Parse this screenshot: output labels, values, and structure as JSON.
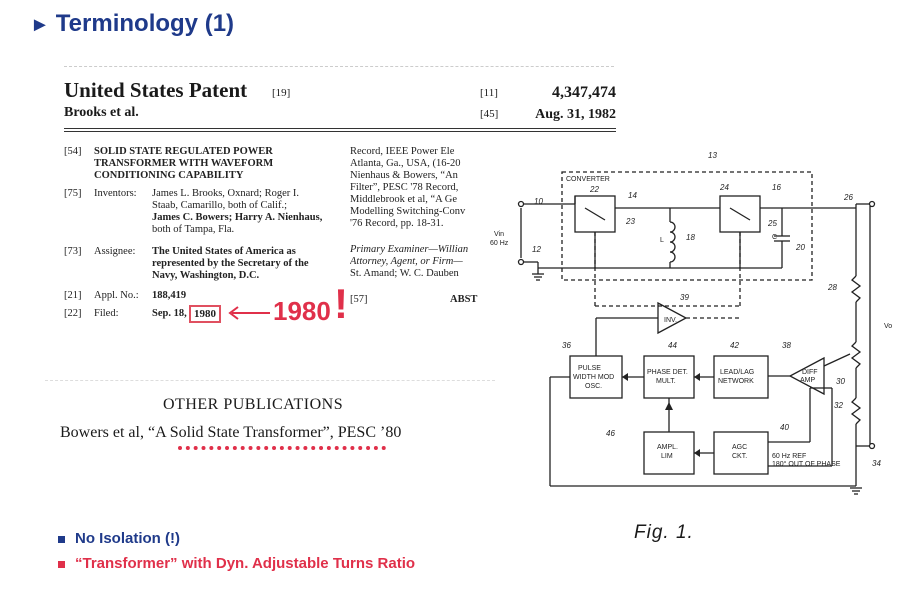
{
  "slide": {
    "title": "Terminology (1)"
  },
  "patent": {
    "title": "United States Patent",
    "title_ref": "[19]",
    "number_ref": "[11]",
    "number": "4,347,474",
    "authors": "Brooks et al.",
    "date_ref": "[45]",
    "date": "Aug. 31, 1982",
    "fields": [
      {
        "tag": "[54]",
        "label": "",
        "lines": [
          "SOLID STATE REGULATED POWER",
          "TRANSFORMER WITH WAVEFORM",
          "CONDITIONING CAPABILITY"
        ]
      },
      {
        "tag": "[75]",
        "label": "Inventors:",
        "lines": [
          "James L. Brooks, Oxnard; Roger I.",
          "Staab, Camarillo, both of Calif.;",
          "James C. Bowers; Harry A. Nienhaus,",
          "both of Tampa, Fla."
        ]
      },
      {
        "tag": "[73]",
        "label": "Assignee:",
        "lines": [
          "The United States of America as",
          "represented by the Secretary of the",
          "Navy, Washington, D.C."
        ]
      },
      {
        "tag": "[21]",
        "label": "Appl. No.:",
        "lines": [
          "188,419"
        ]
      },
      {
        "tag": "[22]",
        "label": "Filed:",
        "lines": [
          "Sep. 18,"
        ],
        "year": "1980"
      }
    ],
    "right_column": [
      "Record, IEEE Power Ele",
      "Atlanta, Ga., USA, (16-20",
      "Nienhaus & Bowers, “An",
      "Filter”, PESC '78 Record, ",
      "Middlebrook et al, “A Ge",
      "Modelling Switching-Conv",
      "'76 Record, pp. 18-31."
    ],
    "examiner_lines": [
      "Primary Examiner—Willian",
      "Attorney, Agent, or Firm—",
      "St. Amand; W. C. Dauben"
    ],
    "abstract_tag": "[57]",
    "abstract_label": "ABST",
    "other_pub_heading": "OTHER PUBLICATIONS",
    "other_pub_text": "Bowers et al, “A Solid State Transformer”, PESC ’80"
  },
  "annotation": {
    "year": "1980",
    "exclaim": "!"
  },
  "figure": {
    "caption": "Fig. 1.",
    "converter_label": "CONVERTER",
    "vin_label": "Vin",
    "freq_label": "60 Hz",
    "vo_label": "Vo",
    "l_label": "L",
    "c_label": "C",
    "ref_labels": [
      "13",
      "10",
      "12",
      "22",
      "14",
      "23",
      "18",
      "24",
      "16",
      "25",
      "20",
      "26",
      "28",
      "39",
      "36",
      "44",
      "42",
      "38",
      "30",
      "32",
      "46",
      "40",
      "34"
    ],
    "blocks": {
      "inv": "INV.",
      "pwm": [
        "PULSE",
        "WIDTH MOD",
        "OSC."
      ],
      "phase": [
        "PHASE DET.",
        "MULT."
      ],
      "lead": [
        "LEAD/LAG",
        "NETWORK"
      ],
      "diff": [
        "DIFF",
        "AMP"
      ],
      "ampl": [
        "AMPL.",
        "LIM"
      ],
      "agc": [
        "AGC",
        "CKT."
      ]
    },
    "ref_note": [
      "60 Hz REF",
      "180° OUT OF PHASE"
    ]
  },
  "bullets": [
    {
      "text": "No Isolation (!)",
      "color": "#1f3a8a"
    },
    {
      "text": "“Transformer” with Dyn. Adjustable Turns Ratio",
      "color": "#e0304a"
    }
  ],
  "colors": {
    "title": "#1f3a8a",
    "accent_red": "#e0304a"
  }
}
